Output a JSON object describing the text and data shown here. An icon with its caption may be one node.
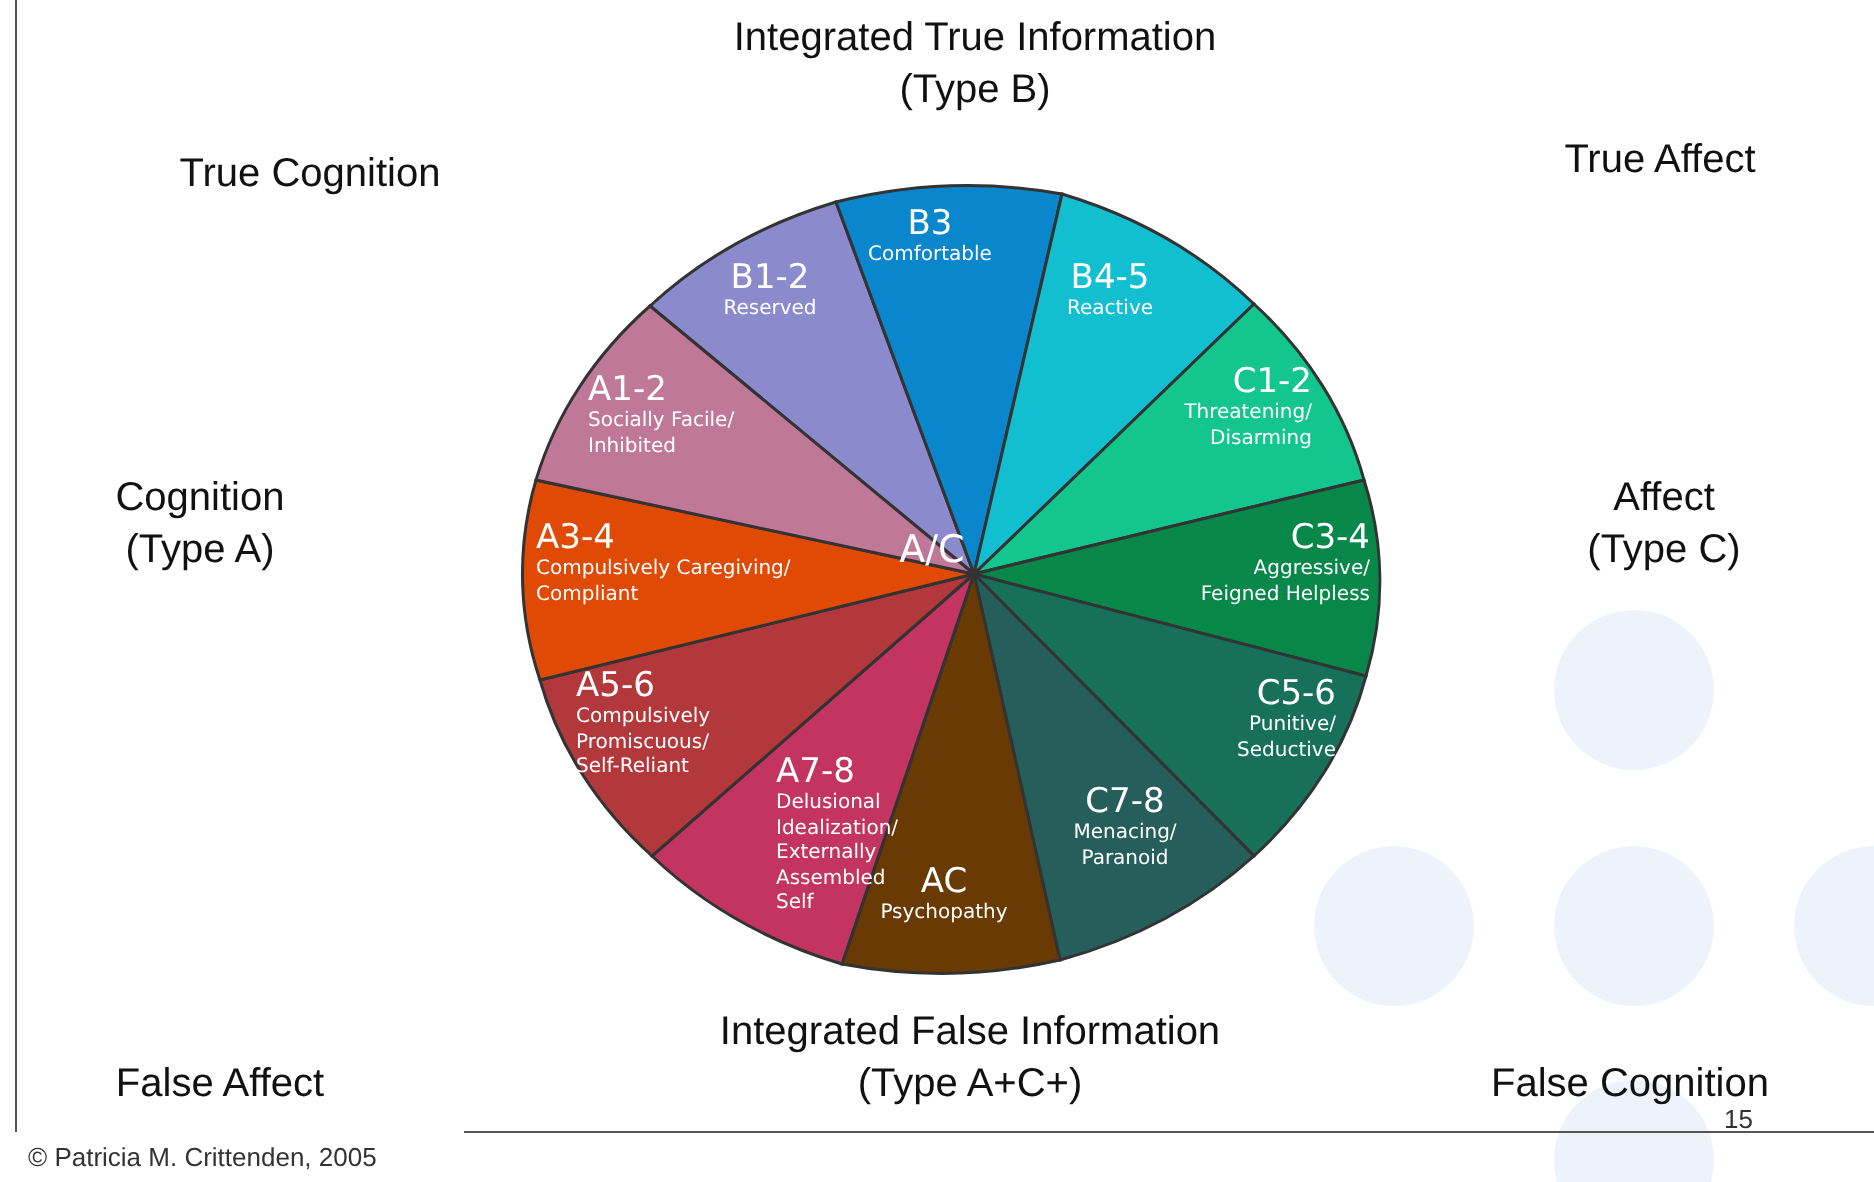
{
  "diagram": {
    "nodes": [
      {
        "text": [
          "B1-2",
          "Reserved"
        ]
      },
      {
        "text": [
          "B3",
          "Comfortable"
        ]
      },
      {
        "text": [
          "B4-5",
          "Reactive"
        ]
      },
      {
        "text": [
          "C1-2",
          "Threatening/ Disarming"
        ]
      },
      {
        "text": [
          "C3-4",
          "Aggressive/ Feigned Helpless"
        ]
      },
      {
        "text": [
          "C5-6",
          "Punitive/ Seductive"
        ]
      },
      {
        "text": [
          "C7-8",
          "Menacing/ Paranoid"
        ]
      },
      {
        "text": [
          "AC",
          "Psychopathy"
        ]
      },
      {
        "text": [
          "A7-8",
          "Delusional Idealization/ Externally Assembled Self"
        ]
      },
      {
        "text": [
          "A5-6",
          "Compulsively Promiscuous/ Self-Reliant"
        ]
      },
      {
        "text": [
          "A3-4",
          "Compulsively Caregiving/ Compliant"
        ]
      },
      {
        "text": [
          "A1-2",
          "Socially Facile/ Inhibited"
        ]
      }
    ],
    "labels": [
      "Integrated True Information (Type B)",
      "True Cognition",
      "True Affect",
      "Cognition (Type A)",
      "Affect (Type C)",
      "A/C",
      "Integrated False Information (Type A+C+)",
      "False Affect",
      "False Cognition",
      "15",
      "© Patricia M. Crittenden, 2005"
    ]
  }
}
